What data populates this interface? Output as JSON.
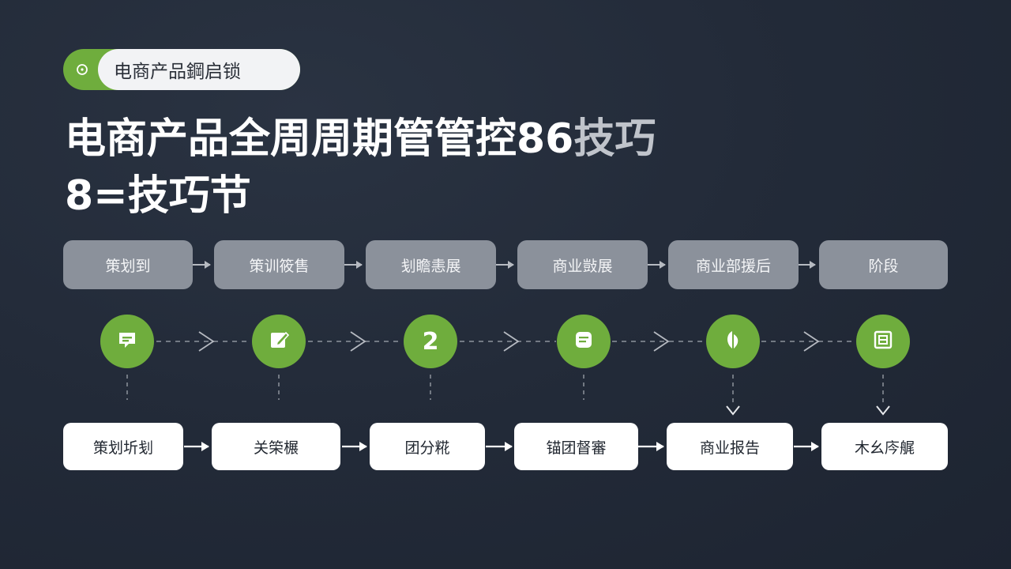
{
  "badge": {
    "label": "电商产品鋼启锁",
    "icon": "circle-dot-icon"
  },
  "title": {
    "line1_main": "电商产品全周周期管管控86",
    "line1_dim": "技巧",
    "line2": "8=技巧节"
  },
  "stages": [
    "策划到",
    "策训筱售",
    "刬瞻恚展",
    "商业敱展",
    "商业部援后",
    "阶段"
  ],
  "nodes": [
    {
      "icon": "comment-icon"
    },
    {
      "icon": "edit-icon"
    },
    {
      "icon": "number-icon",
      "text": "2"
    },
    {
      "icon": "list-icon"
    },
    {
      "icon": "leaf-icon"
    },
    {
      "icon": "frame-icon"
    }
  ],
  "steps": [
    "策划圻刬",
    "关筞榐",
    "团分糀",
    "锚团督審",
    "商业报告",
    "木幺庈艉"
  ],
  "colors": {
    "accent": "#6fad3d",
    "background": "#232b39",
    "stage_box": "#8b919b",
    "step_box": "#ffffff"
  }
}
